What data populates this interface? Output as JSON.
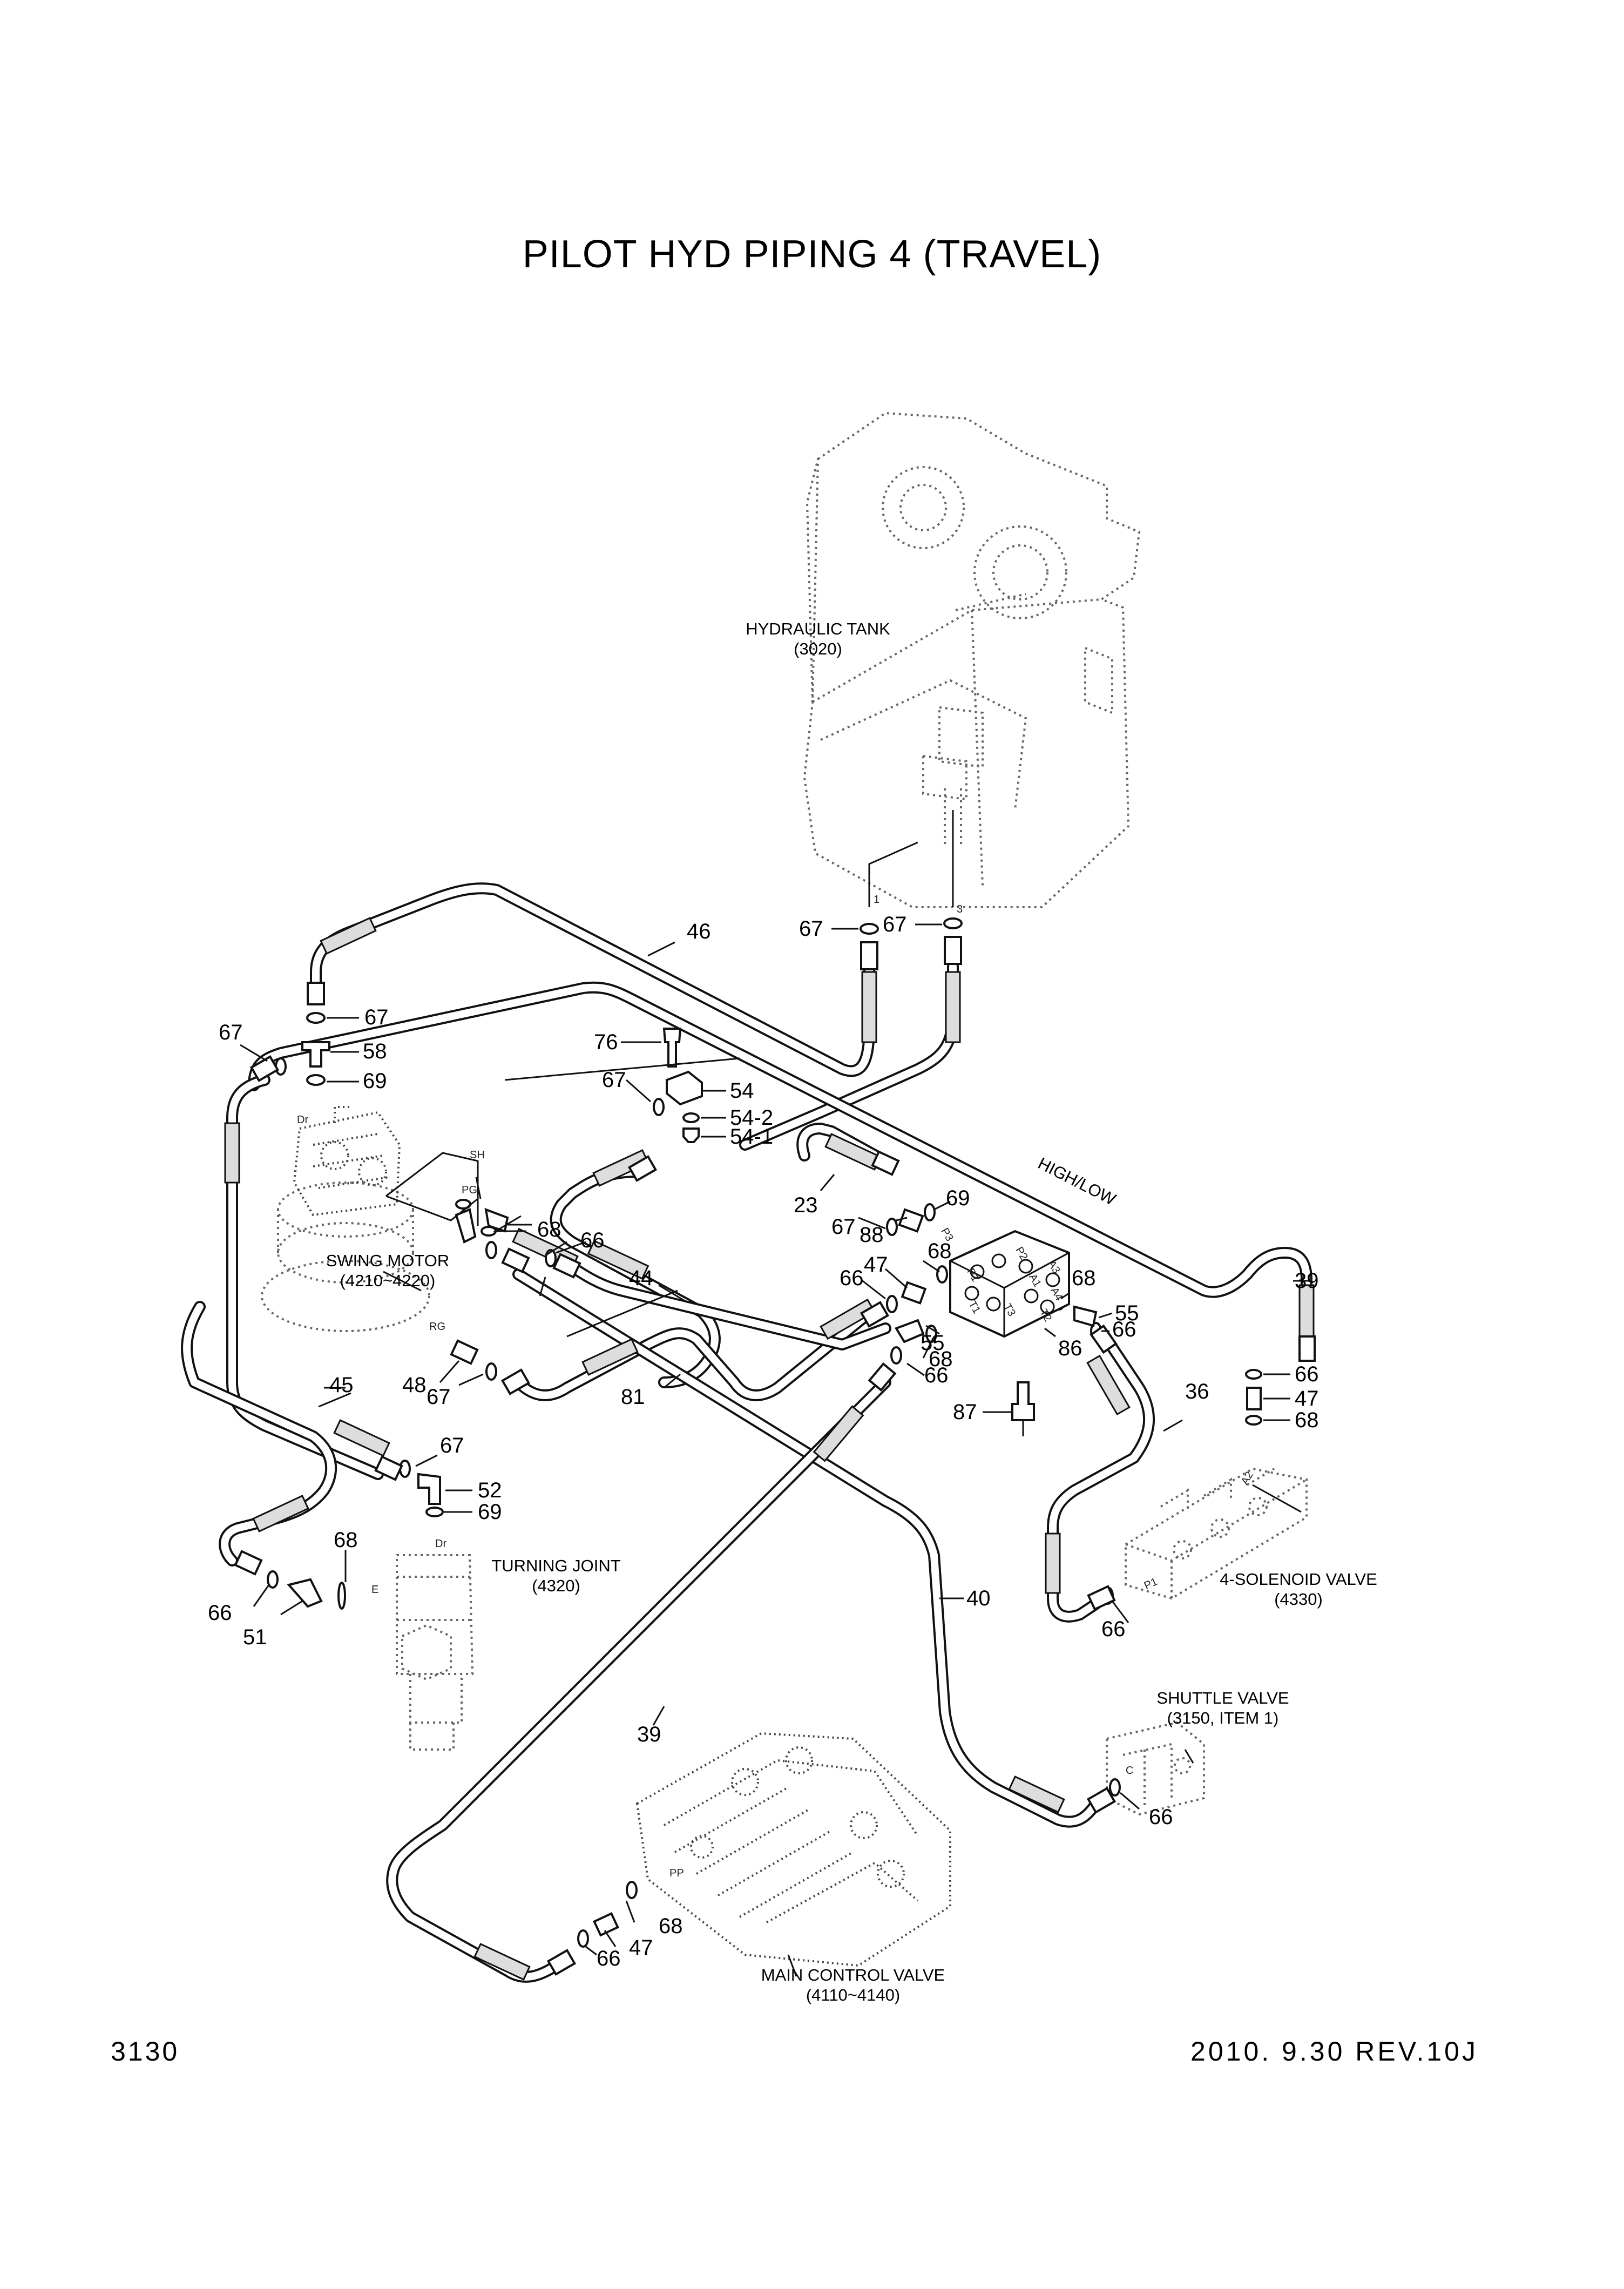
{
  "title": "PILOT HYD PIPING 4 (TRAVEL)",
  "page_number": "3130",
  "revision": "2010. 9.30  REV.10J",
  "components": [
    {
      "name": "HYDRAULIC TANK",
      "ref": "(3020)"
    },
    {
      "name": "SWING MOTOR",
      "ref": "(4210~4220)"
    },
    {
      "name": "TURNING JOINT",
      "ref": "(4320)"
    },
    {
      "name": "4-SOLENOID VALVE",
      "ref": "(4330)"
    },
    {
      "name": "SHUTTLE VALVE",
      "ref": "(3150, ITEM 1)"
    },
    {
      "name": "MAIN CONTROL VALVE",
      "ref": "(4110~4140)"
    }
  ],
  "hose_text": "HIGH/LOW",
  "port_labels": [
    "1",
    "3",
    "Dr",
    "SH",
    "PG",
    "RG",
    "Dr",
    "E",
    "A2",
    "P1",
    "C",
    "PP",
    "P3",
    "P1",
    "T1",
    "T2",
    "P2",
    "T3",
    "A1",
    "A3",
    "A4"
  ],
  "callouts": [
    "67",
    "67",
    "46",
    "67",
    "67",
    "58",
    "69",
    "76",
    "54",
    "67",
    "54-2",
    "54-1",
    "23",
    "69",
    "67",
    "88",
    "68",
    "55",
    "66",
    "68",
    "47",
    "66",
    "44",
    "68",
    "55",
    "66",
    "39",
    "66",
    "68",
    "86",
    "55",
    "66",
    "48",
    "67",
    "81",
    "45",
    "36",
    "66",
    "47",
    "68",
    "87",
    "67",
    "52",
    "69",
    "68",
    "66",
    "51",
    "40",
    "66",
    "39",
    "66",
    "47",
    "68",
    "66"
  ]
}
